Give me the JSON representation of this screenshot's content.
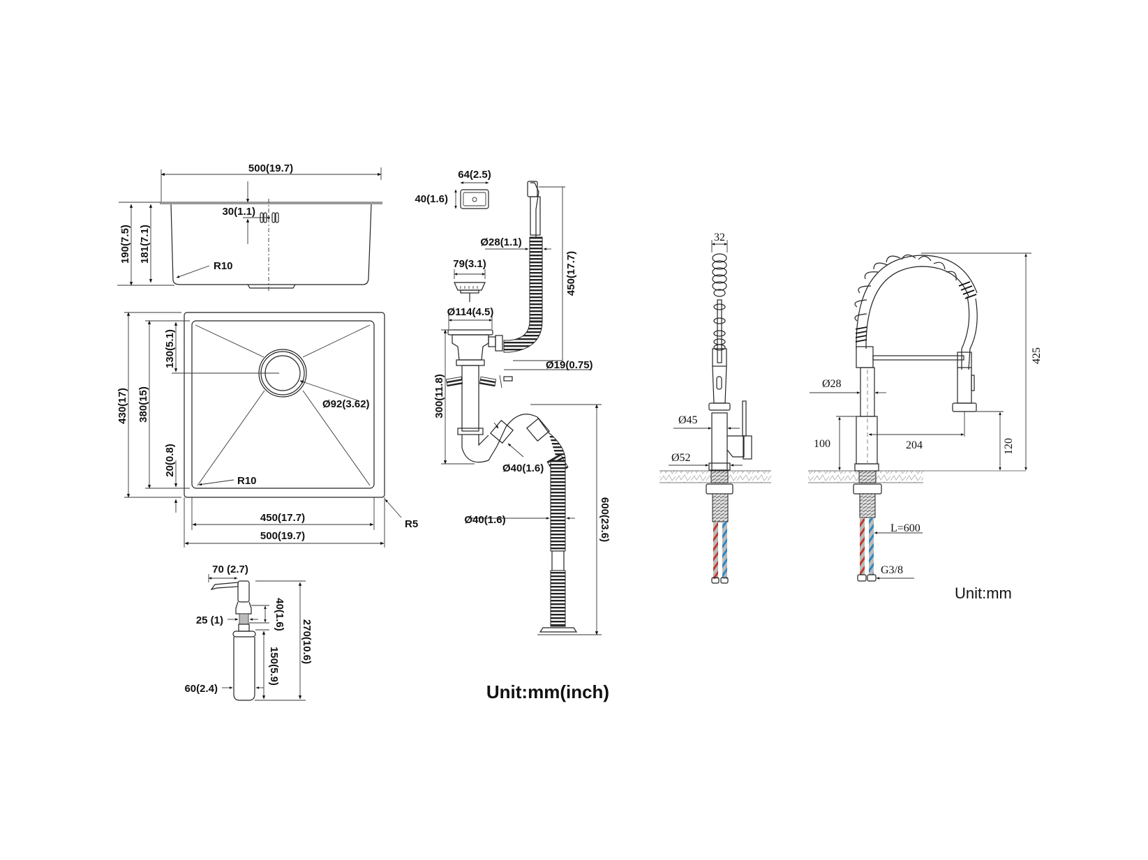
{
  "diagram": {
    "title": "Kitchen sink, drain, soap dispenser and pull-down faucet dimension drawing",
    "units_left": "Unit:mm(inch)",
    "units_right": "Unit:mm",
    "colors": {
      "line": "#222222",
      "hot_hose": "#c0392b",
      "cold_hose": "#2e86c1",
      "countertop": "#999999"
    }
  },
  "sink_side_view": {
    "width": "500(19.7)",
    "drain_offset": "30(1.1)",
    "overall_depth": "190(7.5)",
    "bowl_depth": "181(7.1)",
    "corner_radius": "R10"
  },
  "sink_top_view": {
    "overall_depth": "430(17)",
    "bowl_depth": "380(15)",
    "drain_center_from_back": "130(5.1)",
    "drain_diameter": "Ø92(3.62)",
    "front_ledge": "20(0.8)",
    "corner_radius": "R10",
    "outer_corner_radius": "R5",
    "bowl_width": "450(17.7)",
    "overall_width": "500(19.7)"
  },
  "drain_kit": {
    "overflow_width": "64(2.5)",
    "overflow_height": "40(1.6)",
    "overflow_hose_diameter": "Ø28(1.1)",
    "overflow_hose_length": "450(17.7)",
    "strainer_basket_diameter": "79(3.1)",
    "strainer_flange_diameter": "Ø114(4.5)",
    "side_inlet_diameter": "Ø19(0.75)",
    "trap_height": "300(11.8)",
    "trap_pipe_diameter": "Ø40(1.6)",
    "drain_hose_diameter": "Ø40(1.6)",
    "drain_hose_length": "600(23.6)"
  },
  "soap_dispenser": {
    "spout_reach": "70  (2.7)",
    "neck_diameter": "25  (1)",
    "neck_height": "40(1.6)",
    "bottle_height": "150(5.9)",
    "total_height": "270(10.6)",
    "bottle_diameter": "60(2.4)"
  },
  "faucet_side_view": {
    "spray_head_width": "32",
    "body_diameter": "Ø45",
    "base_diameter": "Ø52"
  },
  "faucet_front_view": {
    "column_diameter": "Ø28",
    "base_height": "100",
    "spout_reach": "204",
    "spout_height": "120",
    "total_height": "425",
    "hose_length": "L=600",
    "connection_thread": "G3/8"
  }
}
